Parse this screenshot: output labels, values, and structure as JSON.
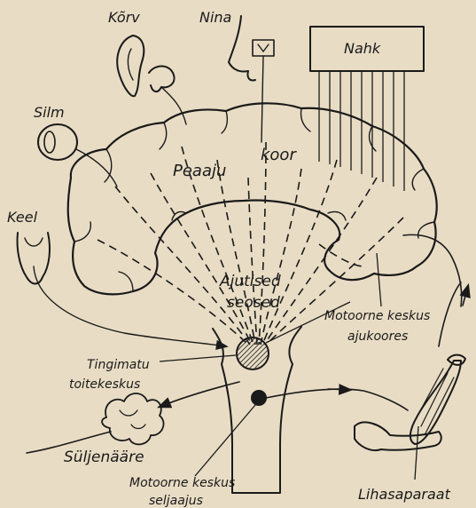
{
  "labels": {
    "korv": "Kõrv",
    "nina": "Nina",
    "nahk": "Nahk",
    "silm": "Silm",
    "keel": "Keel",
    "peaaju": "Peaaju",
    "koor": "koor",
    "ajutised": "Ajutised",
    "seosed": "seosed",
    "motoorne_ajukoores_1": "Motoorne keskus",
    "motoorne_ajukoores_2": "ajukoores",
    "tingimatu_1": "Tingimatu",
    "tingimatu_2": "toitekeskus",
    "syljenaare": "Süljenääre",
    "motoorne_seljaajus_1": "Motoorne keskus",
    "motoorne_seljaajus_2": "seljaajus",
    "lihasaparaat": "Lihasaparaat"
  },
  "colors": {
    "ink": "#1a1a1a",
    "paper": "#e8dcc4"
  }
}
